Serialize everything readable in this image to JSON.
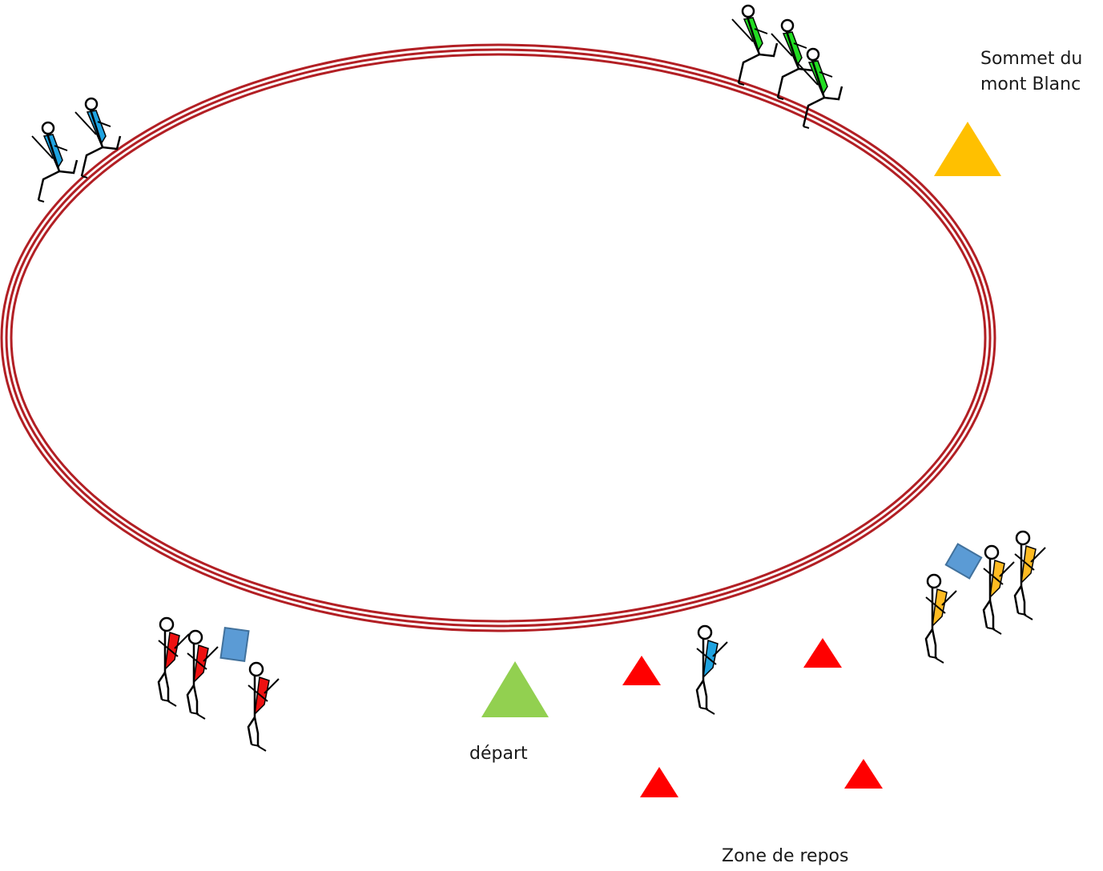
{
  "labels": {
    "summit_line1": "Sommet du",
    "summit_line2": "mont Blanc",
    "depart": "départ",
    "rest_zone": "Zone de repos"
  },
  "colors": {
    "track": "#b21f24",
    "summit_marker": "#ffc000",
    "start_marker": "#92d050",
    "rest_marker": "#ff0000",
    "bag": "#5b9bd5",
    "team_blue": "#1fa3e0",
    "team_green": "#22dd22",
    "team_red": "#ee1111",
    "team_yellow": "#ffbb22"
  },
  "icons": {
    "track": "oval-running-track",
    "summit": "triangle-marker",
    "start": "triangle-marker",
    "rest": "triangle-marker",
    "bag": "square-bag",
    "runner": "stick-figure-runner",
    "walker": "stick-figure-walker"
  },
  "groups": {
    "blue_runners": {
      "team": "blue",
      "count": 2,
      "pose": "running"
    },
    "green_runners": {
      "team": "green",
      "count": 3,
      "pose": "running"
    },
    "red_walkers": {
      "team": "red",
      "count": 3,
      "pose": "walking"
    },
    "blue_walker": {
      "team": "blue",
      "count": 1,
      "pose": "walking"
    },
    "yellow_walkers": {
      "team": "yellow",
      "count": 3,
      "pose": "walking"
    }
  }
}
